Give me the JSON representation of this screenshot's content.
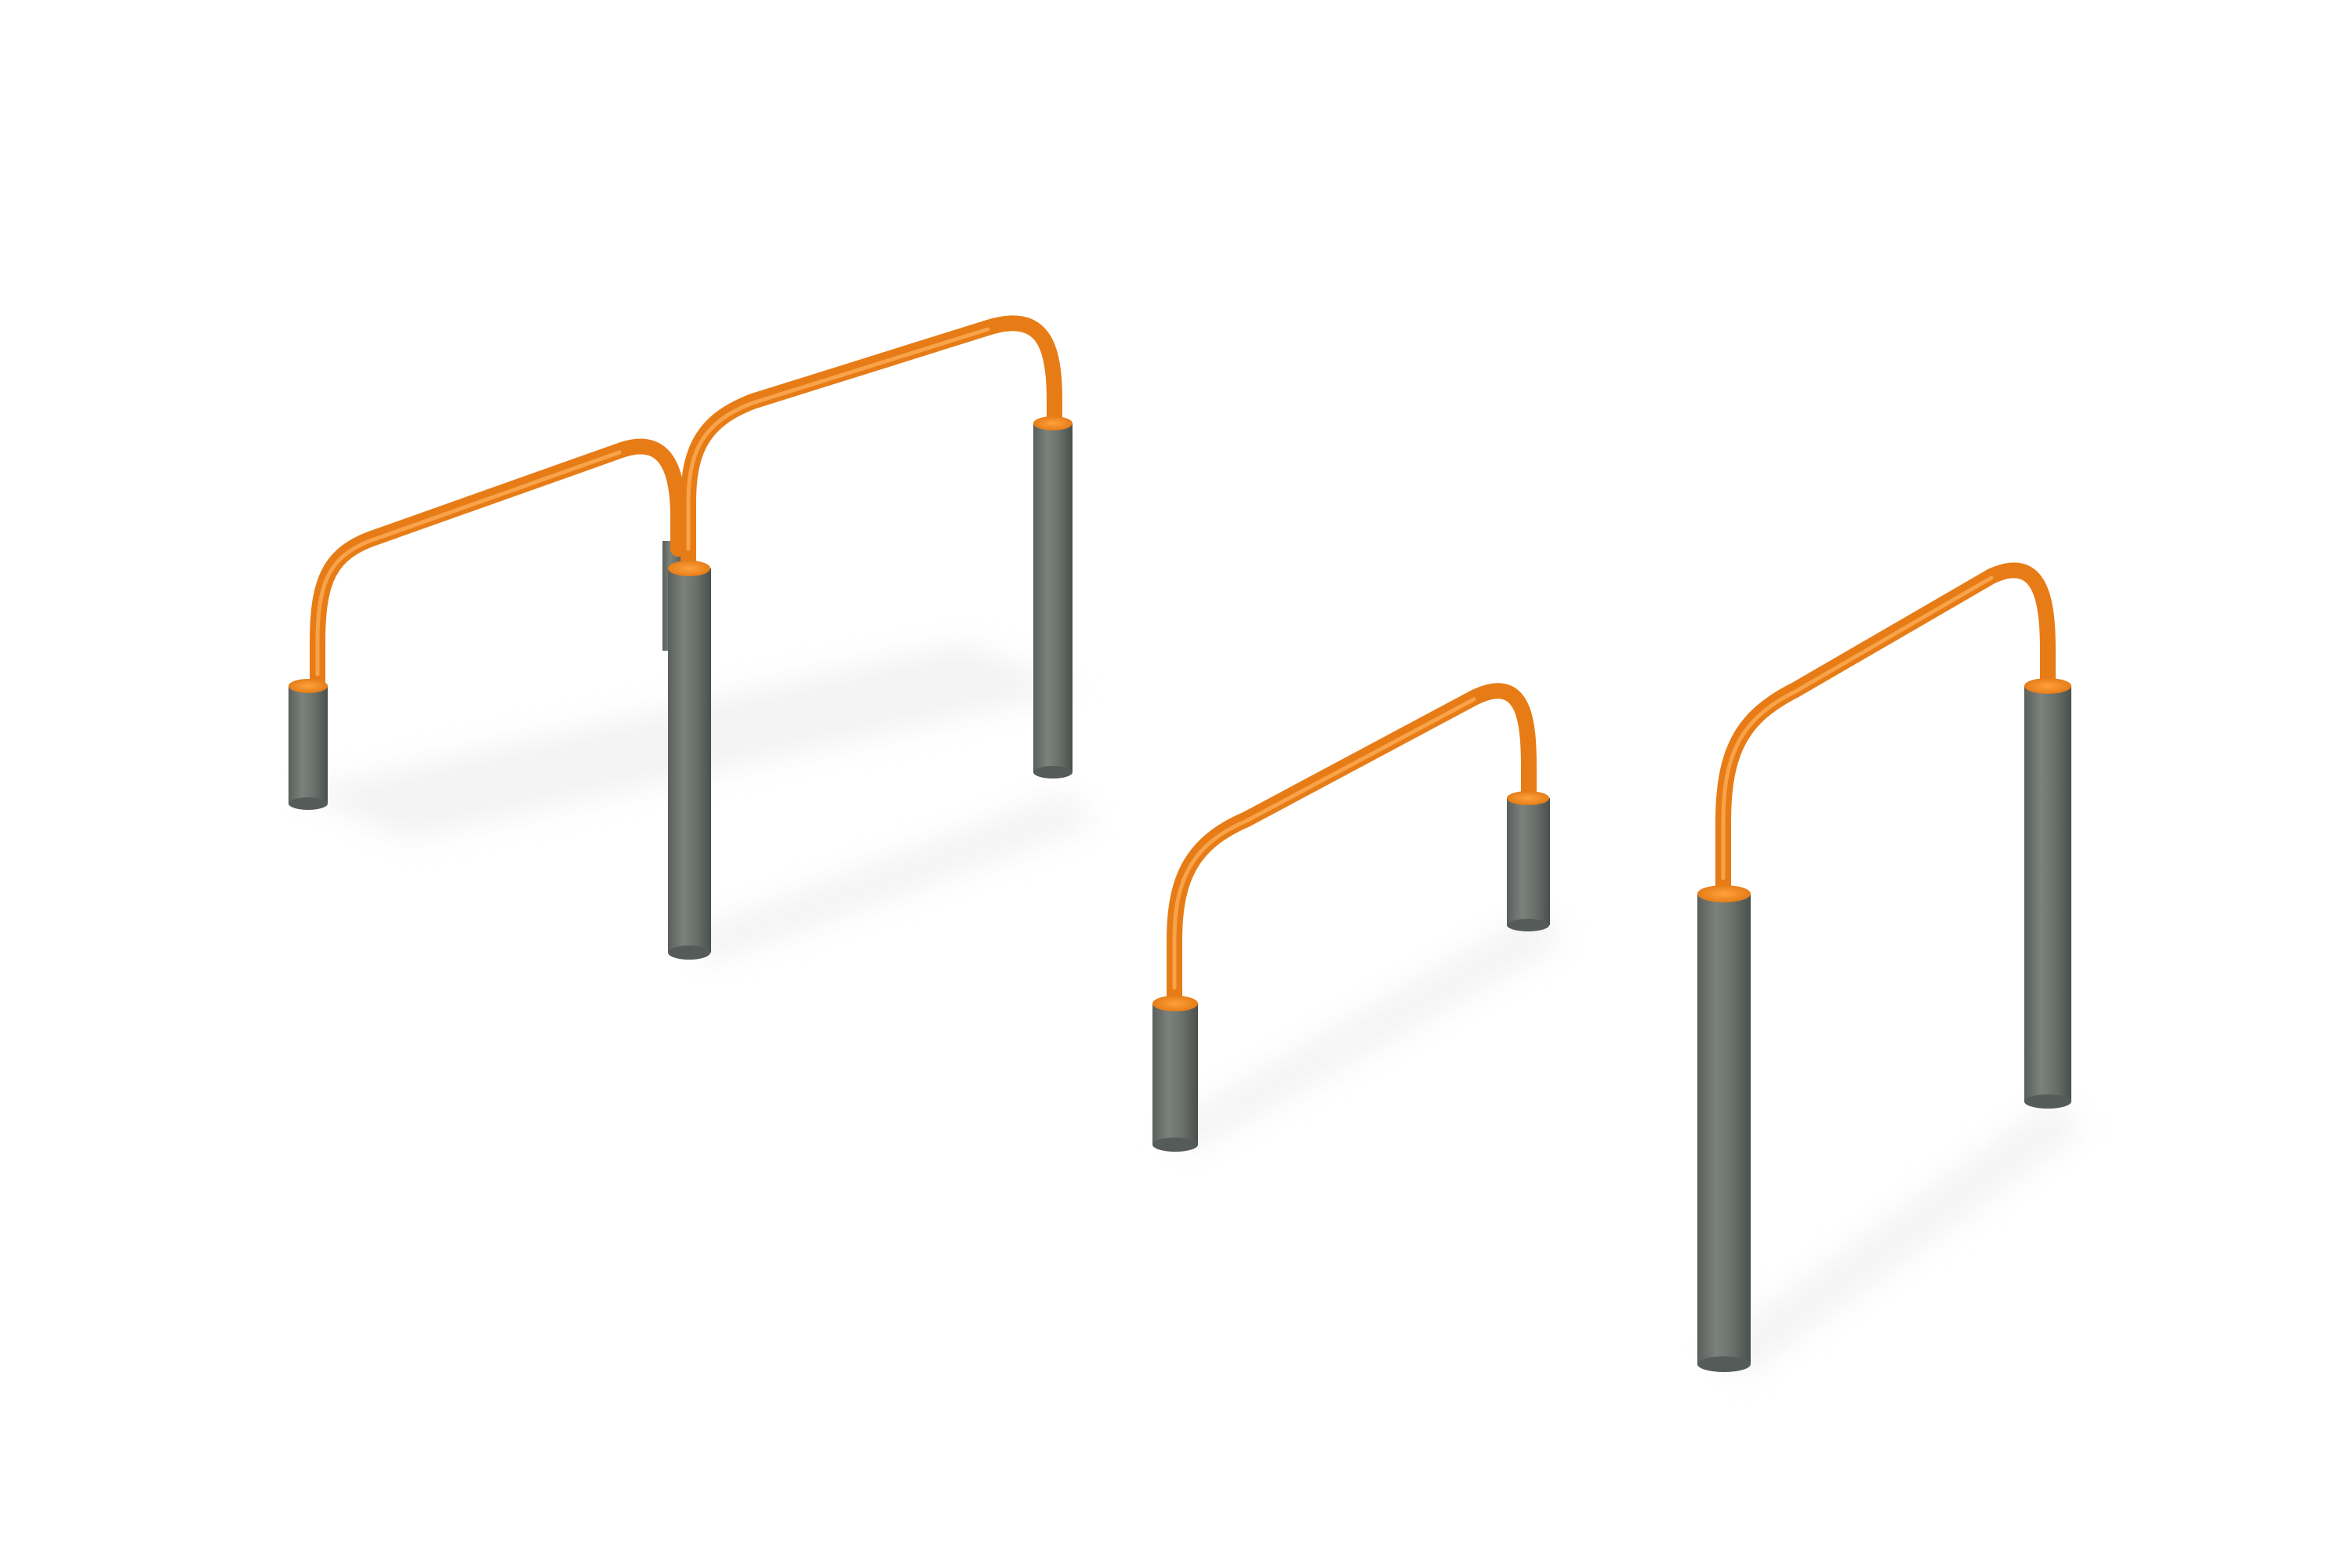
{
  "scene": {
    "subject": "outdoor-fitness-parallel-bars",
    "background_color": "#ffffff",
    "colors": {
      "bar_orange": "#f28a22",
      "bar_orange_highlight": "#ffb460",
      "bar_orange_shadow": "#d86f12",
      "post_gray": "#6b716d",
      "post_gray_light": "#8a908c",
      "post_gray_dark": "#4f5451",
      "shadow": "#e6e6e6"
    },
    "structures": [
      {
        "name": "tall-bar-left-back"
      },
      {
        "name": "tall-bar-left-front"
      },
      {
        "name": "low-bar-right"
      },
      {
        "name": "tall-bar-right"
      }
    ]
  }
}
